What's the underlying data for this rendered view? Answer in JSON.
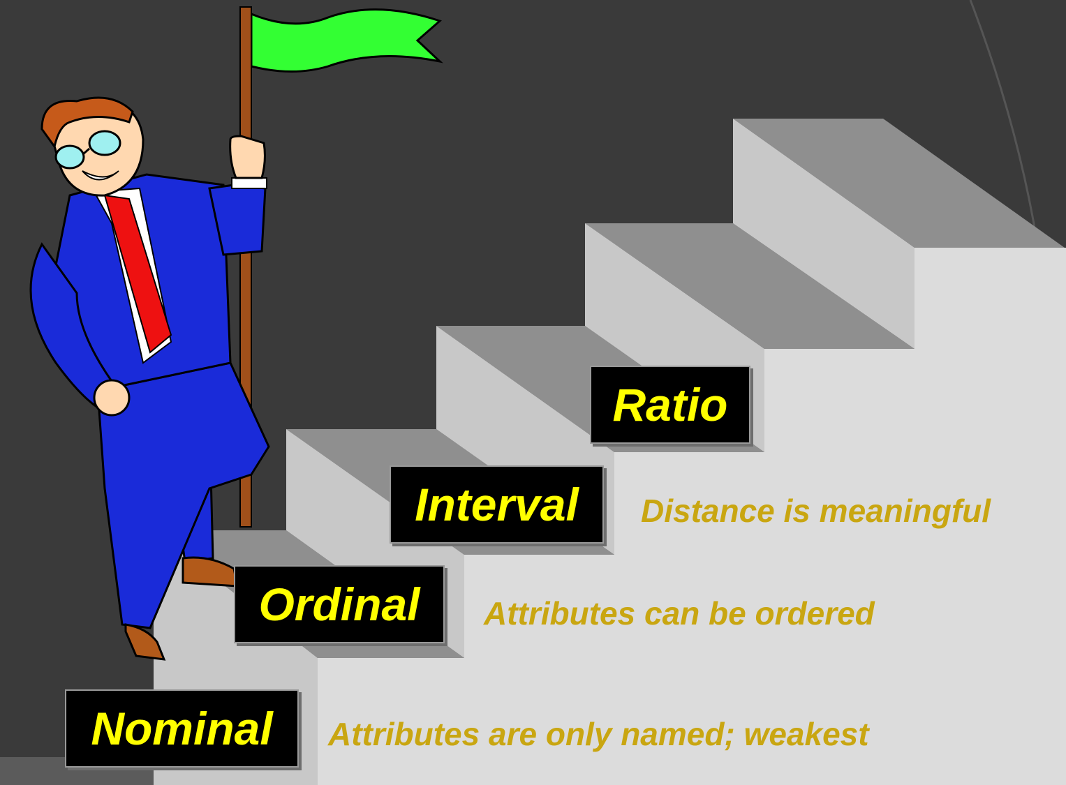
{
  "levels": [
    {
      "name": "Ratio",
      "description": ""
    },
    {
      "name": "Interval",
      "description": "Distance is meaningful"
    },
    {
      "name": "Ordinal",
      "description": "Attributes can be ordered"
    },
    {
      "name": "Nominal",
      "description": "Attributes are only named; weakest"
    }
  ],
  "colors": {
    "background": "#3a3a3a",
    "label_box": "#000000",
    "label_text": "#ffff00",
    "description_text": "#c9a611",
    "stair_front": "#dddddd",
    "stair_top": "#8f8f8f",
    "flag": "#33ff33",
    "suit": "#1a2bd9",
    "tie": "#ee1111"
  },
  "icons": [
    "businessman-figure",
    "green-flag",
    "staircase"
  ]
}
